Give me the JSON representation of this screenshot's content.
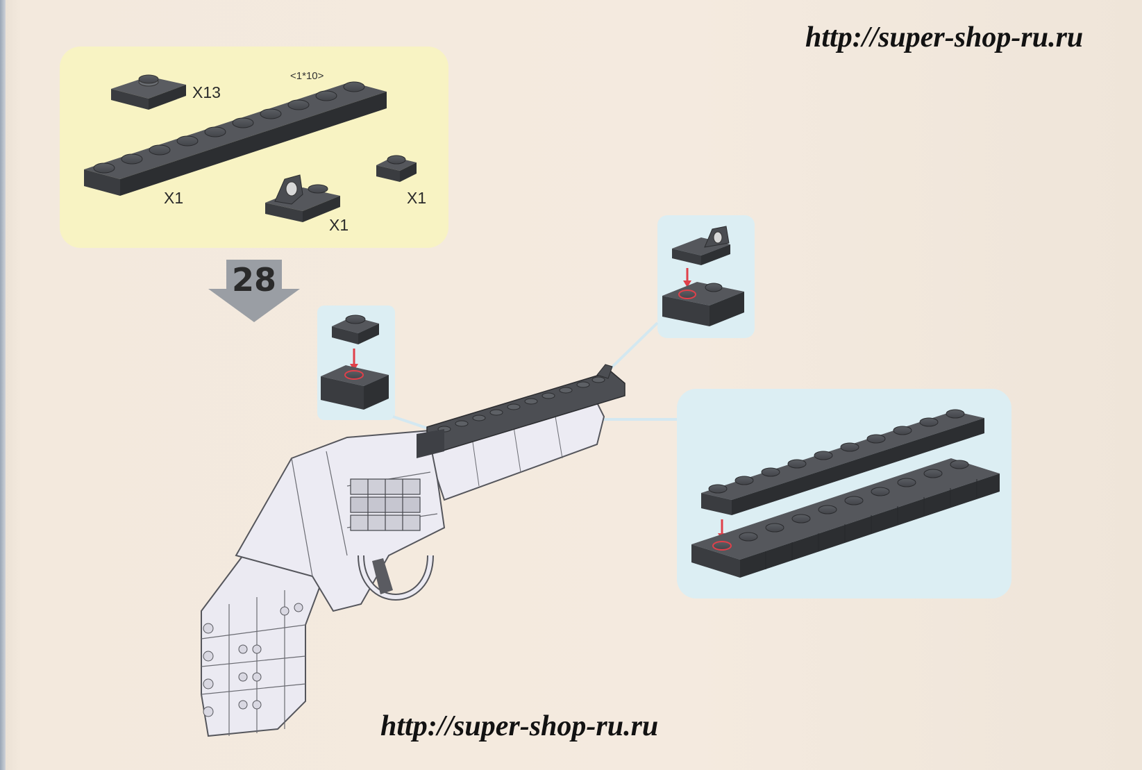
{
  "watermark": {
    "top_url": "http://super-shop-ru.ru",
    "bottom_url": "http://super-shop-ru.ru"
  },
  "parts": {
    "small_plate_qty": "X13",
    "long_plate_size": "<1*10>",
    "long_plate_qty": "X1",
    "clip_plate_qty": "X1",
    "single_plate_qty": "X1"
  },
  "step": {
    "number": "28"
  },
  "colors": {
    "brick_dark": "#4a4c50",
    "brick_side": "#36383b",
    "parts_panel": "#f8f3c3",
    "detail_panel": "#dceef3",
    "arrow_red": "#e0404a",
    "leader_line": "#d8ecf4",
    "step_arrow": "#9a9ea4"
  },
  "icons": [
    "down-arrow-icon",
    "red-arrow-icon",
    "lego-brick-icon",
    "revolver-model-icon"
  ]
}
